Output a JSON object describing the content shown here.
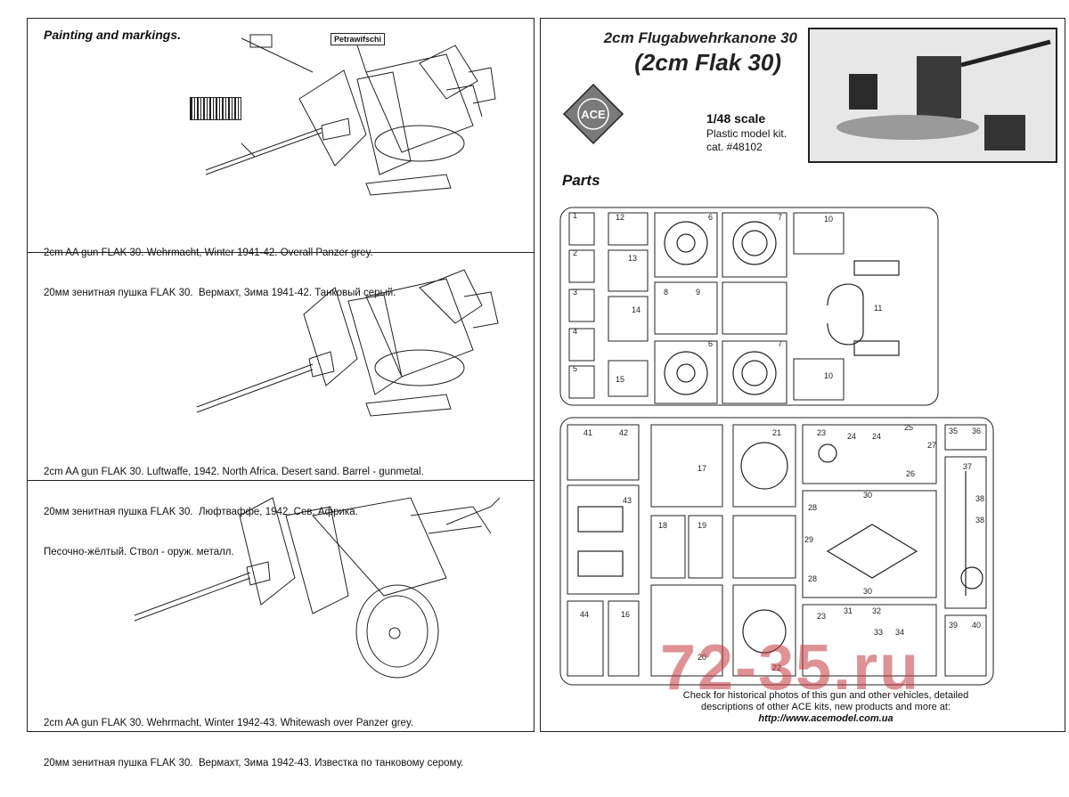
{
  "left": {
    "heading": "Painting and markings.",
    "decal_label": "Petrawifschi",
    "schemes": [
      {
        "lines": [
          "2cm AA gun FLAK 30. Wehrmacht, Winter 1941-42. Overall Panzer grey.",
          "20мм зенитная пушка FLAK 30.  Вермахт, Зима 1941-42. Танковый серый."
        ]
      },
      {
        "lines": [
          "2cm AA gun FLAK 30. Luftwaffe, 1942. North Africa. Desert sand. Barrel - gunmetal.",
          "20мм зенитная пушка FLAK 30.  Люфтваффе, 1942. Сев. Африка.",
          "Песочно-жёлтый. Ствол - оруж. металл."
        ]
      },
      {
        "lines": [
          "2cm AA gun FLAK 30. Wehrmacht, Winter 1942-43. Whitewash over Panzer grey.",
          "20мм зенитная пушка FLAK 30.  Вермахт, Зима 1942-43. Известка по танковому серому."
        ]
      }
    ]
  },
  "right": {
    "title_de": "2cm Flugabwehrkanone 30",
    "title_short": "(2cm Flak 30)",
    "logo": "ACE",
    "scale": "1/48 scale",
    "kit_line1": "Plastic model kit.",
    "kit_line2": "cat. #48102",
    "parts_heading": "Parts",
    "footer_line1": "Check for historical photos of this gun and  other vehicles, detailed",
    "footer_line2": "descriptions of other ACE kits, new products and more at:",
    "url": "http://www.acemodel.com.ua",
    "watermark": "72-35.ru",
    "sprue_a_numbers": [
      "1",
      "2",
      "3",
      "4",
      "5",
      "12",
      "13",
      "14",
      "15",
      "6",
      "6",
      "7",
      "7",
      "8",
      "9",
      "10",
      "10",
      "11"
    ],
    "sprue_b_numbers": [
      "41",
      "42",
      "43",
      "44",
      "16",
      "17",
      "18",
      "19",
      "20",
      "21",
      "22",
      "23",
      "24",
      "24",
      "25",
      "26",
      "27",
      "28",
      "28",
      "29",
      "30",
      "30",
      "31",
      "32",
      "33",
      "34",
      "35",
      "36",
      "37",
      "38",
      "38",
      "39",
      "40",
      "23"
    ]
  }
}
